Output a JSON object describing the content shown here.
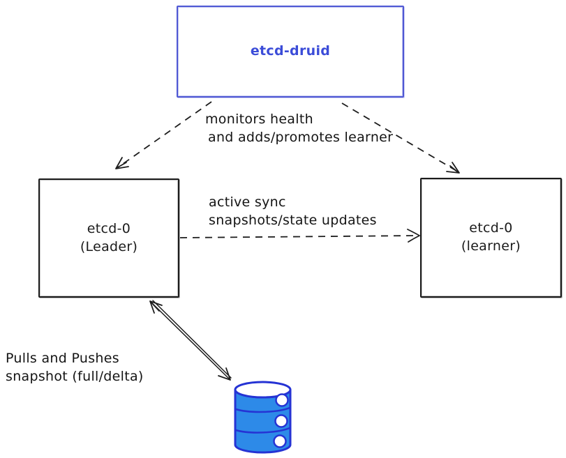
{
  "nodes": {
    "druid": {
      "label": "etcd-druid"
    },
    "leader": {
      "line1": "etcd-0",
      "line2": "(Leader)"
    },
    "learner": {
      "line1": "etcd-0",
      "line2": "(learner)"
    }
  },
  "labels": {
    "monitor": {
      "line1": "monitors health",
      "line2": "and adds/promotes learner"
    },
    "sync": {
      "line1": "active sync",
      "line2": "snapshots/state updates"
    },
    "snapshot": {
      "line1": "Pulls and Pushes",
      "line2": "snapshot (full/delta)"
    }
  },
  "icons": {
    "database": "database-cylinder-icon"
  },
  "colors": {
    "druid_stroke": "#4f58d4",
    "druid_text": "#3b4cd8",
    "node_stroke": "#1b1b1b",
    "label_text": "#141414",
    "arrow_stroke": "#1d1d1d",
    "db_fill": "#2d8ae8",
    "db_stroke": "#2533d4"
  }
}
